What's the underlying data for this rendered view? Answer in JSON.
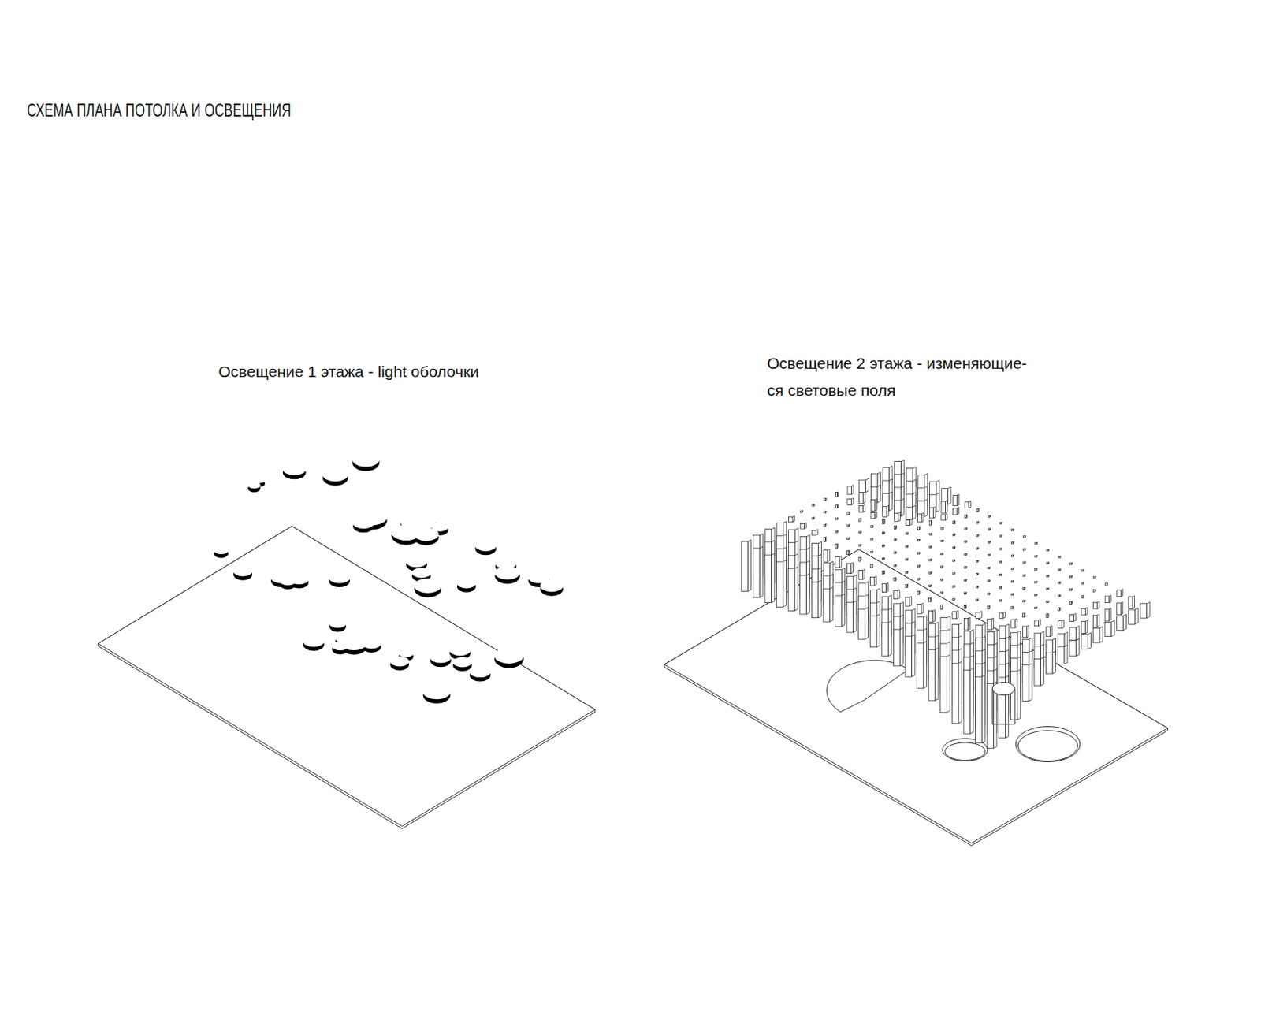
{
  "diagram": {
    "title": "СХЕМА ПЛАНА ПОТОЛКА И ОСВЕЩЕНИЯ",
    "labels": [
      "Освещение 1 этажа - light оболочки",
      "Освещение 2 этажа - изменяющие- ся световые поля"
    ]
  }
}
